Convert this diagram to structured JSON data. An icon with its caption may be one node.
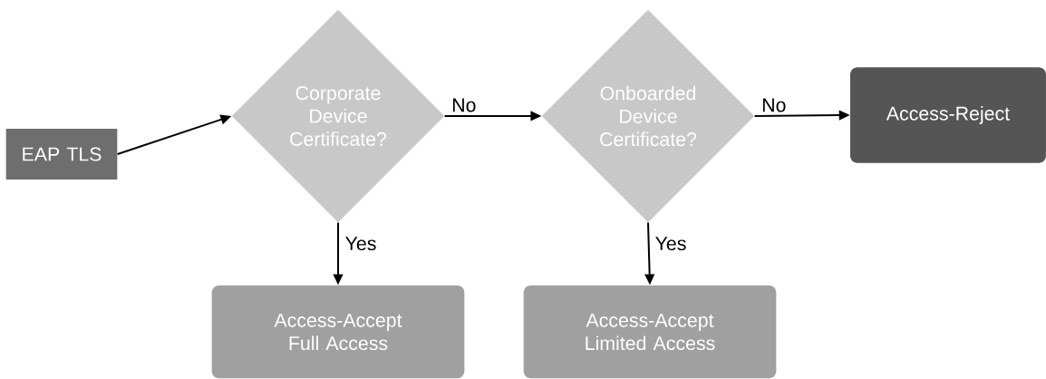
{
  "diagram": {
    "nodes": [
      {
        "text": [
          "EAP TLS"
        ]
      },
      {
        "text": [
          "Corporate Device Certificate?"
        ]
      },
      {
        "text": [
          "Onboarded Device Certificate?"
        ]
      },
      {
        "text": [
          "Access-Reject"
        ]
      },
      {
        "text": [
          "Access-Accept Full Access"
        ]
      },
      {
        "text": [
          "Access-Accept Limited Access"
        ]
      }
    ],
    "edges": [
      {
        "from": 0,
        "to": 1,
        "arrow": "to"
      },
      {
        "from": 1,
        "to": 2,
        "arrow": "to",
        "label": "No"
      },
      {
        "from": 2,
        "to": 3,
        "arrow": "to",
        "label": "No"
      },
      {
        "from": 1,
        "to": 4,
        "arrow": "to",
        "label": "Yes"
      },
      {
        "from": 2,
        "to": 5,
        "arrow": "to",
        "label": "Yes"
      }
    ]
  }
}
